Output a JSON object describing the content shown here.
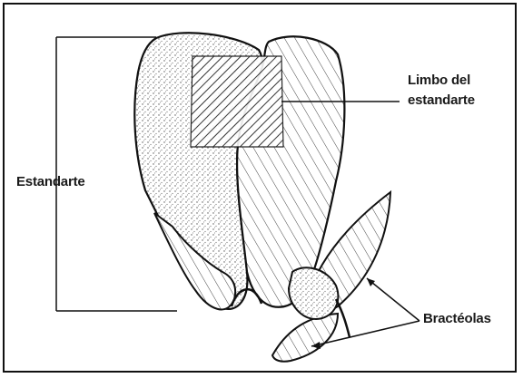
{
  "labels": {
    "estandarte": "Estandarte",
    "limbo_line1": "Limbo del",
    "limbo_line2": "estandarte",
    "bracteolas": "Bractéolas"
  },
  "colors": {
    "ink": "#1a1a1a",
    "paper": "#ffffff",
    "border": "#111111"
  }
}
